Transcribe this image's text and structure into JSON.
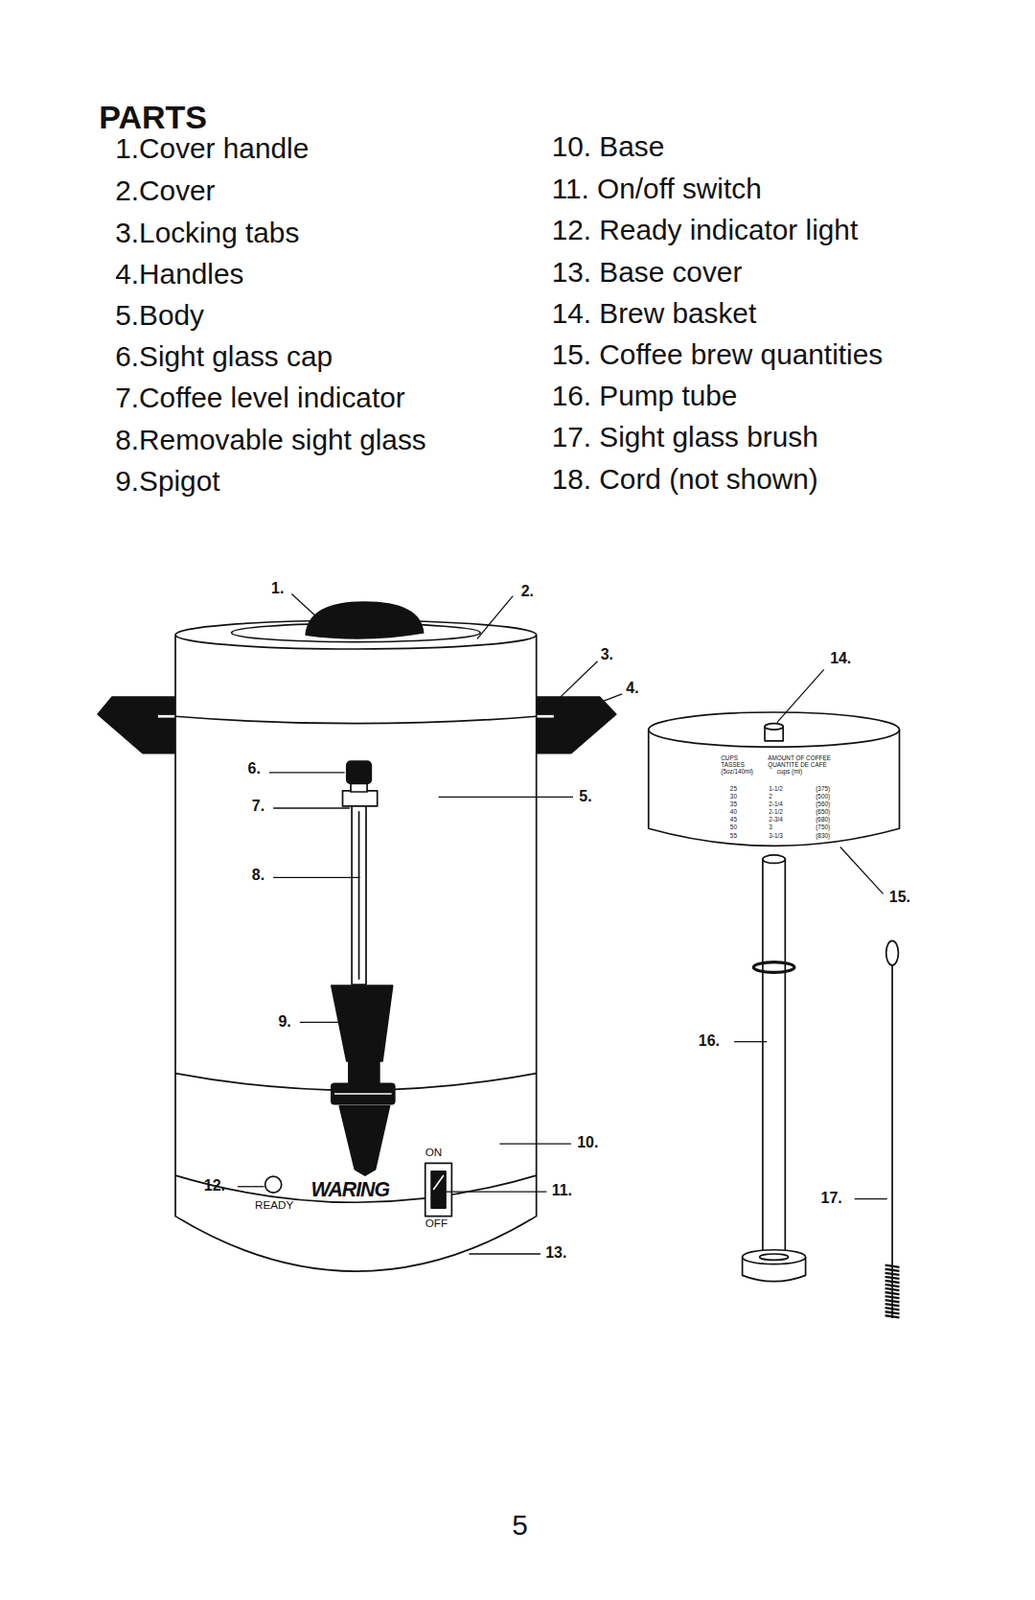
{
  "diagram": {
    "title": "PARTS",
    "labels": [
      "1.Cover handle",
      "2.Cover",
      "3.Locking tabs",
      "4.Handles",
      "5.Body",
      "6.Sight glass cap",
      "7.Coffee level indicator",
      "8.Removable sight glass",
      "9.Spigot",
      "10. Base",
      "11. On/off switch",
      "12. Ready indicator light",
      "13. Base cover",
      "14. Brew basket",
      "15. Coffee brew quantities",
      "16. Pump tube",
      "17. Sight glass brush",
      "18. Cord (not shown)",
      "1.",
      "2.",
      "3.",
      "4.",
      "5.",
      "6.",
      "7.",
      "8.",
      "9.",
      "10.",
      "11.",
      "12.",
      "13.",
      "14.",
      "15.",
      "16.",
      "17.",
      "ON",
      "OFF",
      "READY",
      "WARING",
      "CUPS",
      "TASSES",
      "(5oz/140ml)",
      "AMOUNT OF COFFEE",
      "QUANTITÉ DE CAFÉ",
      "cups (ml)",
      "25",
      "1-1/2",
      "(375)",
      "30",
      "2",
      "(500)",
      "35",
      "2-1/4",
      "(560)",
      "40",
      "2-1/2",
      "(650)",
      "45",
      "2-3/4",
      "(680)",
      "50",
      "3",
      "(750)",
      "55",
      "3-1/3",
      "(830)",
      "5"
    ]
  }
}
